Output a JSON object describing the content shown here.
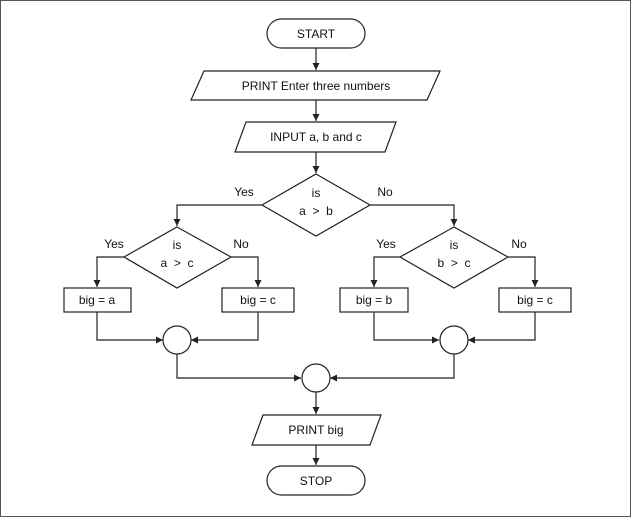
{
  "flowchart": {
    "start": "START",
    "print_prompt": "PRINT Enter three numbers",
    "input": "INPUT a, b and c",
    "decision_main": {
      "line1": "is",
      "line2": "a  >  b"
    },
    "decision_left": {
      "line1": "is",
      "line2": "a  >  c"
    },
    "decision_right": {
      "line1": "is",
      "line2": "b  >  c"
    },
    "yes": "Yes",
    "no": "No",
    "process_big_a": "big = a",
    "process_big_c_left": "big = c",
    "process_big_b": "big = b",
    "process_big_c_right": "big = c",
    "print_big": "PRINT big",
    "stop": "STOP"
  },
  "colors": {
    "stroke": "#222222",
    "fill": "#ffffff",
    "frame": "#555555"
  }
}
